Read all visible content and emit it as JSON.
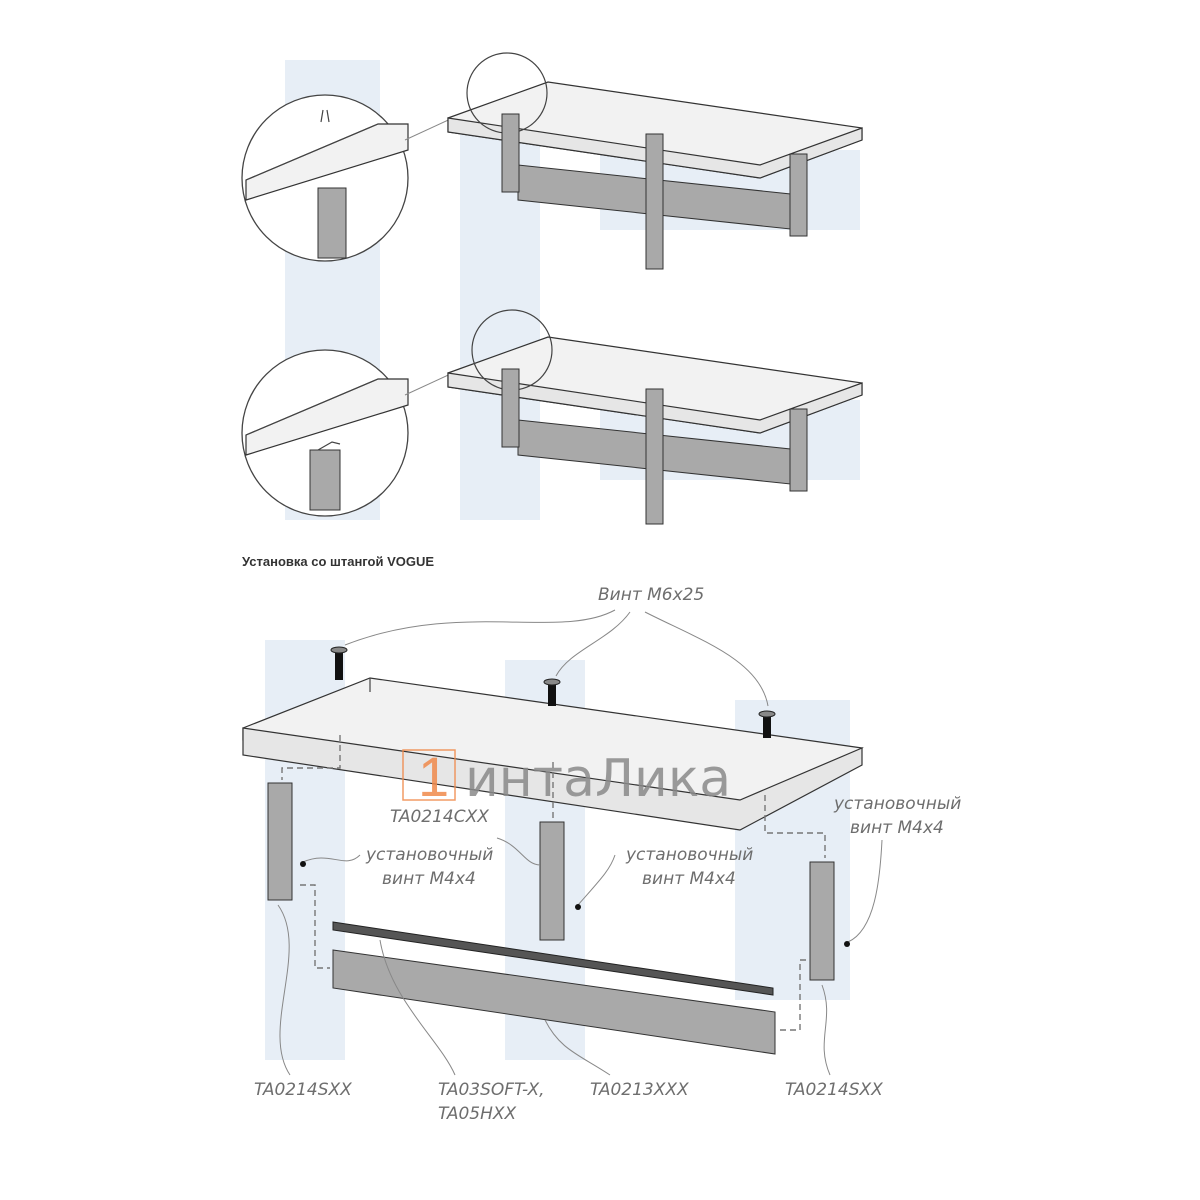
{
  "section_title": "Установка со штангой VOGUE",
  "labels": {
    "screw_m6": "Винт M6x25",
    "center_post": "TA0214CXX",
    "set_screw_line1": "установочный",
    "set_screw_line2": "винт M4x4",
    "side_post": "TA0214SXX",
    "rail_line1": "TA03SOFT-X,",
    "rail_line2": "TA05HXX",
    "panel": "TA0213XXX"
  },
  "watermark": {
    "text": "интаЛика",
    "mark": "1"
  },
  "colors": {
    "watermark_accent": "#f08a4b",
    "watermark_text": "#8a8a8a",
    "metal": "#a9a9a9"
  }
}
